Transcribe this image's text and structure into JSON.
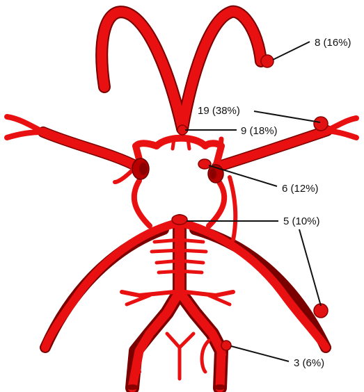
{
  "colors": {
    "artery": "#e81010",
    "artery_dark": "#b00000",
    "aneurysm": "#e21212",
    "leader": "#111111",
    "background": "#ffffff"
  },
  "labels": {
    "acom_pcom": "8 (16%)",
    "mca_bifurcation": "19 (38%)",
    "acom": "9 (18%)",
    "ica_terminus": "6 (12%)",
    "basilar_tip": "5 (10%)",
    "pica": "3 (6%)"
  }
}
